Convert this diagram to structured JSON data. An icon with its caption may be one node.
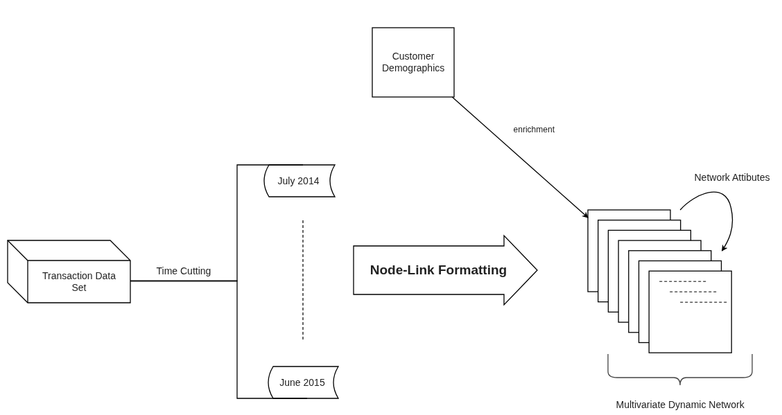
{
  "diagram": {
    "nodes": [
      {
        "text": [
          "Customer Demographics"
        ]
      },
      {
        "text": [
          "July 2014"
        ]
      },
      {
        "text": [],
        "shape": "document"
      },
      {
        "text": [
          "Transaction Data Set"
        ]
      },
      {
        "text": [
          "Node-Link Formatting"
        ]
      },
      {
        "text": [
          "June 2015"
        ]
      }
    ],
    "edges": [
      {
        "from": 0,
        "to": 2,
        "arrow": "to",
        "label": "enrichment"
      },
      {
        "from": 2,
        "to": 2,
        "arrow": "to",
        "label": "Network Attibutes"
      },
      {
        "from": 3,
        "to": 1,
        "arrow": "none",
        "label": "Time Cutting"
      },
      {
        "from": 3,
        "to": 5,
        "arrow": "none"
      }
    ],
    "labels": [
      "Multivariate Dynamic Network"
    ]
  }
}
